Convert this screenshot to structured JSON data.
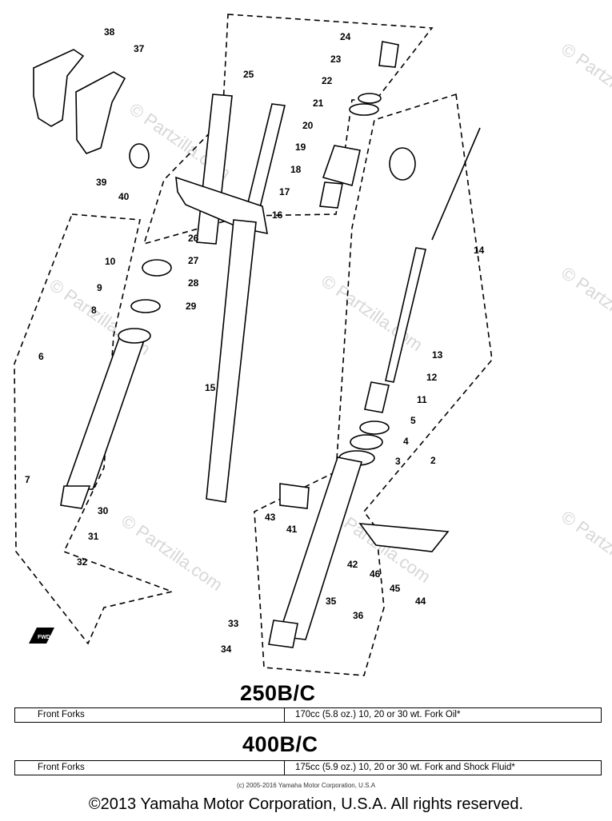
{
  "diagram": {
    "part_numbers": [
      "2",
      "3",
      "4",
      "5",
      "6",
      "7",
      "8",
      "9",
      "10",
      "11",
      "12",
      "13",
      "14",
      "15",
      "16",
      "17",
      "18",
      "19",
      "20",
      "21",
      "22",
      "23",
      "24",
      "25",
      "26",
      "27",
      "28",
      "29",
      "30",
      "31",
      "32",
      "33",
      "34",
      "35",
      "36",
      "37",
      "38",
      "39",
      "40",
      "41",
      "42",
      "43",
      "44",
      "45",
      "46"
    ],
    "fwd_label": "FWD",
    "watermark": "© Partzilla.com"
  },
  "models": [
    {
      "name": "250B/C",
      "label": "Front Forks",
      "spec": "170cc (5.8 oz.) 10, 20 or 30 wt. Fork Oil*"
    },
    {
      "name": "400B/C",
      "label": "Front Forks",
      "spec": "175cc (5.9 oz.) 10, 20 or 30 wt. Fork and Shock Fluid*"
    }
  ],
  "copyright_small": "(c) 2005-2016 Yamaha Motor Corporation, U.S.A",
  "copyright_footer": "©2013 Yamaha Motor Corporation, U.S.A. All rights reserved."
}
